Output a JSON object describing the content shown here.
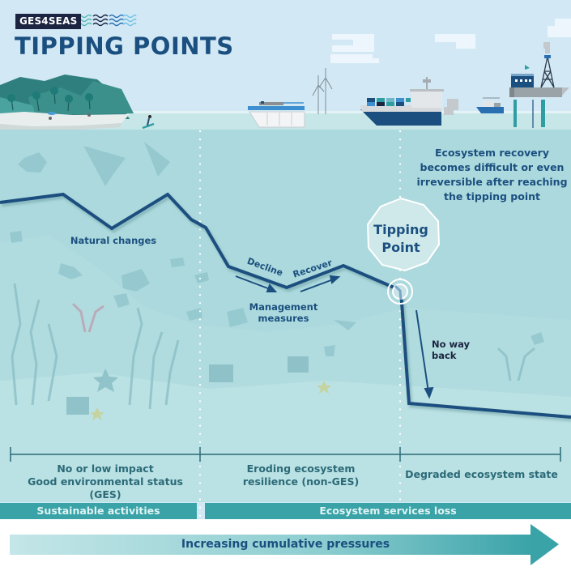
{
  "header": {
    "logo_text": "GES4SEAS",
    "title": "TIPPING POINTS"
  },
  "annotations": {
    "recovery_note_lines": [
      "Ecosystem recovery",
      "becomes difficult or even",
      "irreversible after reaching",
      "the tipping point"
    ],
    "tipping_point": [
      "Tipping",
      "Point"
    ],
    "natural_changes": "Natural changes",
    "decline": "Decline",
    "recover": "Recover",
    "management_measures": [
      "Management",
      "measures"
    ],
    "no_way_back": [
      "No way",
      "back"
    ]
  },
  "zones": [
    {
      "lines": [
        "No or low impact",
        "Good environmental status (GES)"
      ]
    },
    {
      "lines": [
        "Eroding ecosystem",
        "resilience (non-GES)"
      ]
    },
    {
      "lines": [
        "Degraded ecosystem state"
      ]
    }
  ],
  "bars": {
    "sustainable": "Sustainable activities",
    "services_loss": "Ecosystem services loss"
  },
  "pressure_arrow": {
    "label": "Increasing cumulative pressures"
  },
  "colors": {
    "sky": "#d2e9f5",
    "sea_surface": "#c6e6e8",
    "underwater": "#acd9dd",
    "line": "#1b4f7f",
    "teal_bar": "#3aa3a8",
    "dark_navy": "#1b2440"
  }
}
